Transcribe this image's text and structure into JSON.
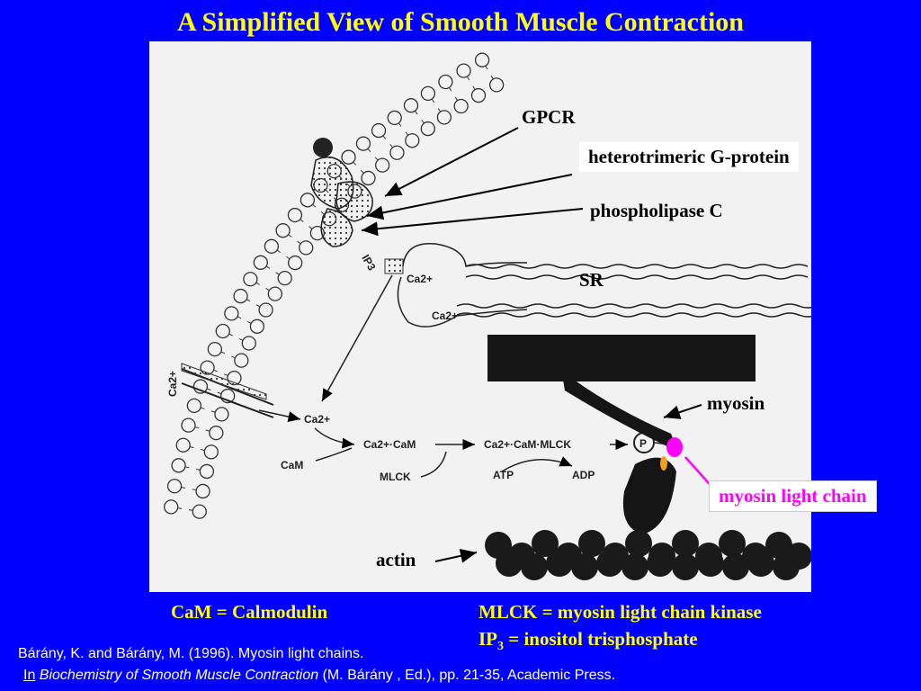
{
  "title": "A Simplified View of Smooth Muscle Contraction",
  "labels": {
    "gpcr": "GPCR",
    "g_protein": "heterotrimeric G-protein",
    "plc": "phospholipase C",
    "sr": "SR",
    "myosin": "myosin",
    "mlc": "myosin light chain",
    "actin": "actin"
  },
  "diagram_text": {
    "ip3": "IP3",
    "ca_sr_top": "Ca2+",
    "ca_sr_bottom": "Ca2+",
    "ca_channel": "Ca2+",
    "ca_center": "Ca2+",
    "cacam": "Ca2+·CaM",
    "cacammlck": "Ca2+·CaM·MLCK",
    "cam": "CaM",
    "mlck": "MLCK",
    "atp": "ATP",
    "adp": "ADP",
    "p": "P"
  },
  "footer": {
    "cam_def": "CaM = Calmodulin",
    "mlck_def": "MLCK = myosin light chain kinase",
    "ip3_prefix": "IP",
    "ip3_sub": "3",
    "ip3_suffix": " = inositol trisphosphate"
  },
  "reference": {
    "line1": "Bárány, K. and Bárány, M. (1996). Myosin light chains.",
    "in": "In",
    "book": "Biochemistry of Smooth Muscle Contraction",
    "rest": " (M. Bárány , Ed.), pp. 21-35, Academic Press."
  },
  "colors": {
    "background": "#0000ff",
    "title": "#ffff00",
    "mlc": "#ff00ff",
    "orange_chain": "#f0a020"
  }
}
